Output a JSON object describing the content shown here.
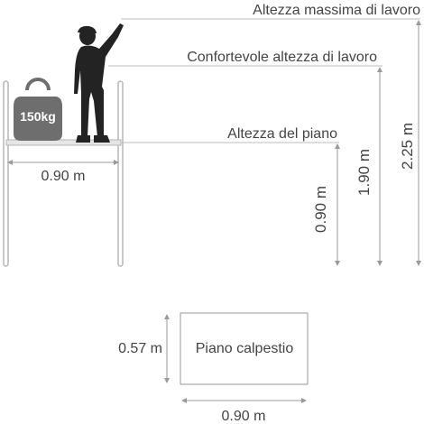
{
  "labels": {
    "max_height": "Altezza massima di lavoro",
    "comfort_height": "Confortevole altezza di lavoro",
    "deck_height": "Altezza del piano",
    "load": "150kg",
    "platform_width": "0.90 m",
    "deck_value": "0.90 m",
    "comfort_value": "1.90 m",
    "max_value": "2.25 m",
    "plan_depth": "0.57 m",
    "plan_label": "Piano calpestio",
    "plan_width": "0.90 m"
  },
  "icons": [
    "weight-icon",
    "worker-silhouette-icon"
  ],
  "colors": {
    "frame": "#b9b9b9",
    "silhouette": "#222222",
    "weight": "#6e6e6e",
    "text": "#444444"
  }
}
